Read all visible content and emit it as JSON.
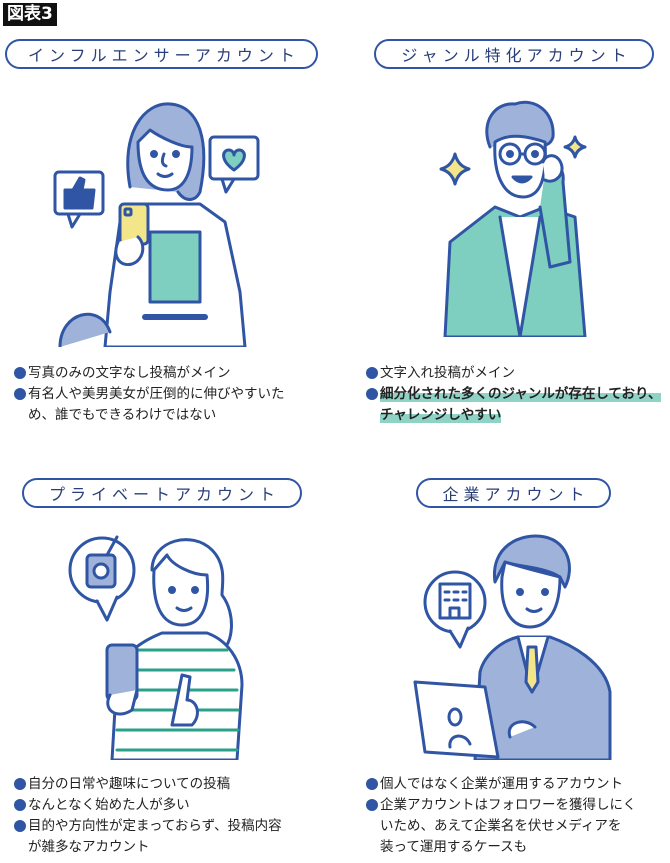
{
  "figure_label": "図表3",
  "colors": {
    "primary_blue": "#2f55a4",
    "teal": "#7fcfc0",
    "yellow": "#f3e58a",
    "highlight": "#8fd3c7"
  },
  "panels": [
    {
      "title": "インフルエンサーアカウント",
      "illustration": "woman-taking-selfie-with-like-and-heart-icons",
      "bullets": [
        {
          "lines": [
            "写真のみの文字なし投稿がメイン"
          ]
        },
        {
          "lines": [
            "有名人や美男美女が圧倒的に伸びやすいた",
            "め、誰でもできるわけではない"
          ]
        }
      ]
    },
    {
      "title": "ジャンル特化アカウント",
      "illustration": "person-adjusting-glasses-with-sparkles",
      "bullets": [
        {
          "lines": [
            "文字入れ投稿がメイン"
          ]
        },
        {
          "lines": [
            "細分化された多くのジャンルが存在しており、",
            "チャレンジしやすい"
          ],
          "highlighted": true
        }
      ]
    },
    {
      "title": "プライベートアカウント",
      "illustration": "woman-with-phone-and-drink-bubble",
      "bullets": [
        {
          "lines": [
            "自分の日常や趣味についての投稿"
          ]
        },
        {
          "lines": [
            "なんとなく始めた人が多い"
          ]
        },
        {
          "lines": [
            "目的や方向性が定まっておらず、投稿内容",
            "が雑多なアカウント"
          ]
        }
      ]
    },
    {
      "title": "企業アカウント",
      "illustration": "businessman-with-laptop-and-building-bubble",
      "bullets": [
        {
          "lines": [
            "個人ではなく企業が運用するアカウント"
          ]
        },
        {
          "lines": [
            "企業アカウントはフォロワーを獲得しにく",
            "いため、あえて企業名を伏せメディアを",
            "装って運用するケースも"
          ]
        }
      ]
    }
  ]
}
